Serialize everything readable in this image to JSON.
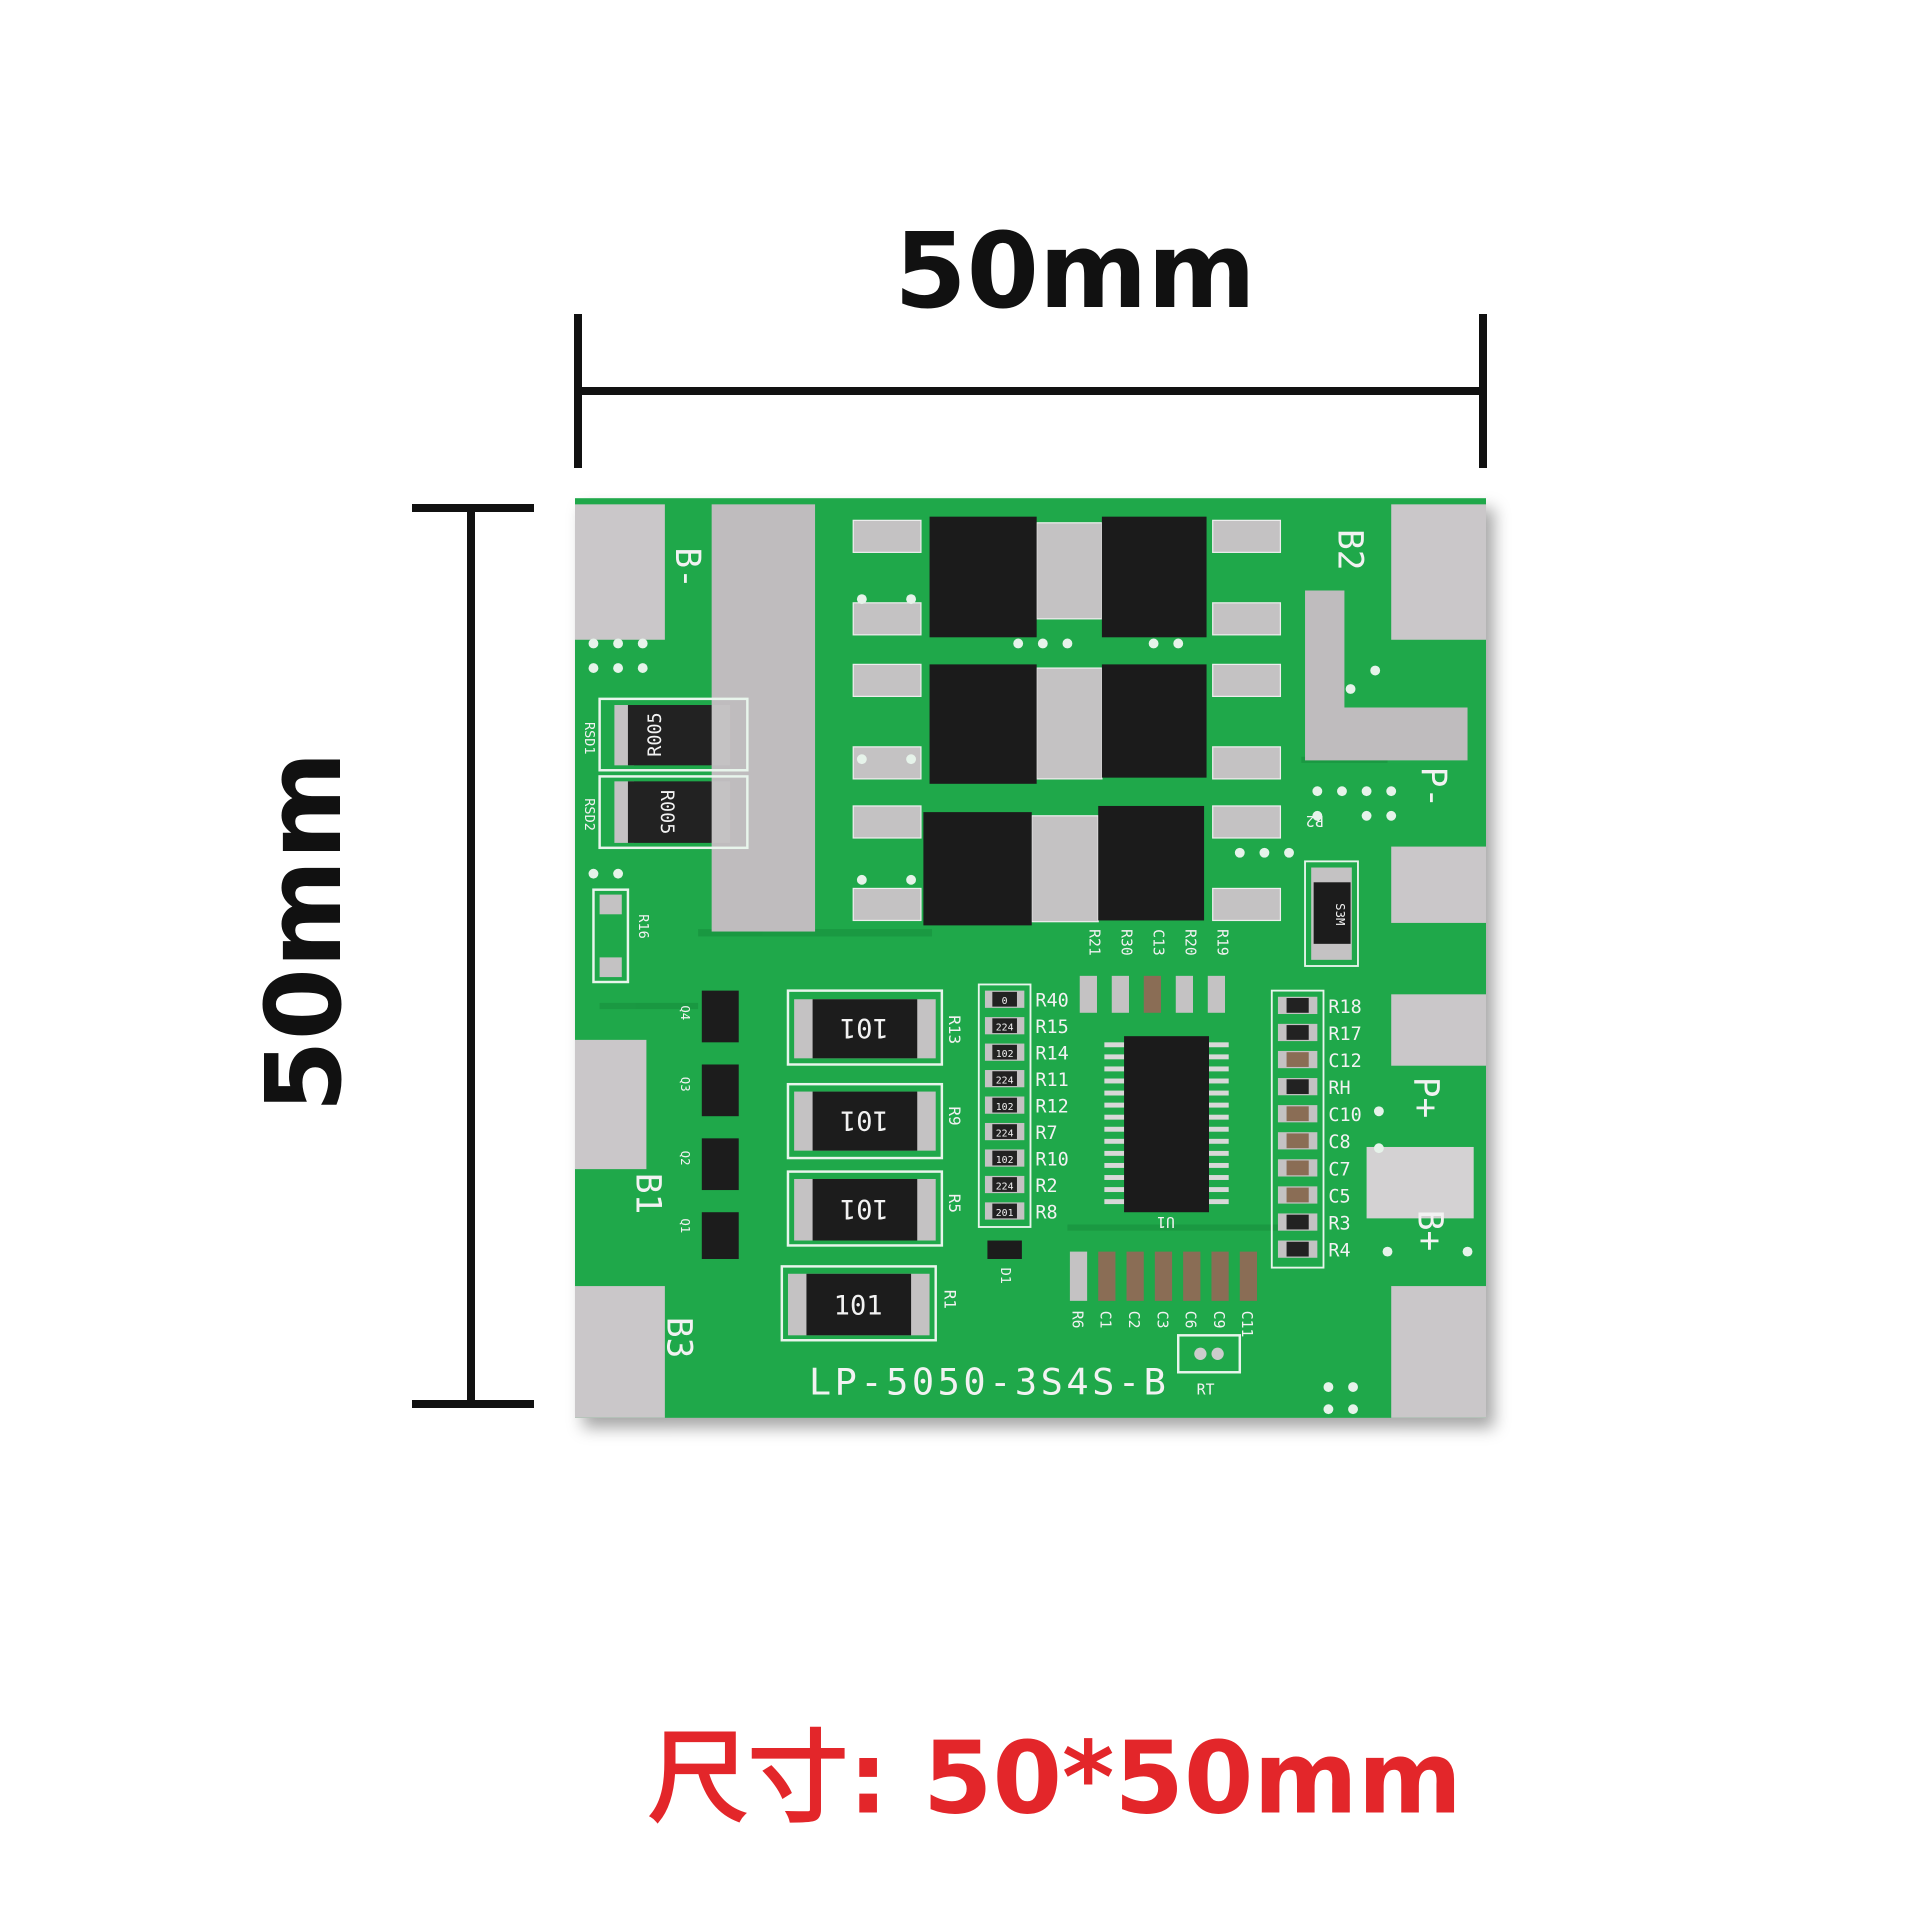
{
  "dimensions": {
    "width_label": "50mm",
    "height_label": "50mm"
  },
  "caption": "尺寸: 50*50mm",
  "colors": {
    "pcb_green": "#1fa84a",
    "caption_red": "#e3262a",
    "pad": "#c9c6c8"
  },
  "board": {
    "model": "LP-5050-3S4S-B",
    "terminals": {
      "b_minus": "B-",
      "b2": "B2",
      "p_minus": "P-",
      "p_plus": "P+",
      "b_plus": "B+",
      "b1": "B1",
      "b3": "B3"
    },
    "shunt_marking": "R005",
    "shunt_refs": [
      "RSD1",
      "RSD2"
    ],
    "power_resistor_marking": "101",
    "power_resistor_refs": [
      "R13",
      "R9",
      "R5",
      "R1"
    ],
    "diode_marking": "S3M",
    "ic_ref": "U1",
    "left_column_refs": [
      "R40",
      "R15",
      "R14",
      "R11",
      "R12",
      "R7",
      "R10",
      "R2",
      "R8"
    ],
    "left_column_markings": [
      "0",
      "224",
      "102",
      "224",
      "102",
      "224",
      "102",
      "224",
      "201"
    ],
    "right_column_refs": [
      "R18",
      "R17",
      "C12",
      "RH",
      "C10",
      "C8",
      "C7",
      "C5",
      "R3",
      "R4"
    ],
    "top_refs": [
      "R21",
      "R30",
      "C13",
      "R20",
      "R19"
    ],
    "bottom_refs": [
      "R6",
      "C1",
      "C2",
      "C3",
      "C6",
      "C9",
      "C11"
    ],
    "transistor_refs": [
      "Q4",
      "Q3",
      "Q2",
      "Q1"
    ],
    "misc_refs": {
      "r16": "R16",
      "d1": "D1",
      "rt": "RT",
      "r2b": "R2"
    }
  }
}
